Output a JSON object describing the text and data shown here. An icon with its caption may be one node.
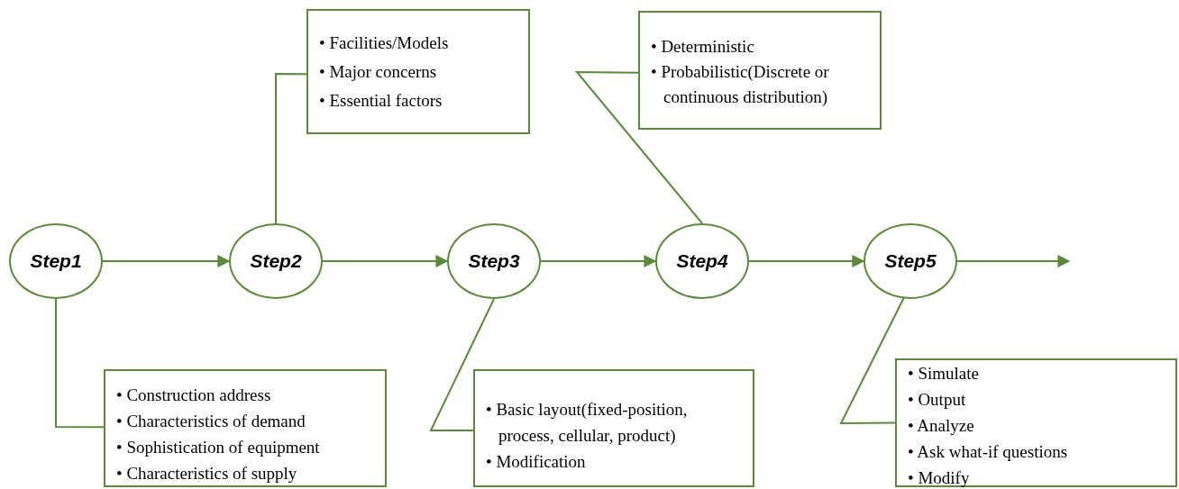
{
  "diagram": {
    "nodes": [
      {
        "text": [
          "Step1"
        ]
      },
      {
        "text": [
          "Step2"
        ]
      },
      {
        "text": [
          "Step3"
        ]
      },
      {
        "text": [
          "Step4"
        ]
      },
      {
        "text": [
          "Step5"
        ]
      },
      {
        "text": [
          "• Facilities/Models",
          "• Major concerns",
          "• Essential factors"
        ]
      },
      {
        "text": [
          "• Deterministic",
          "• Probabilistic(Discrete or continuous distribution)"
        ]
      },
      {
        "text": [
          "• Construction address",
          "• Characteristics of demand",
          "• Sophistication of equipment",
          "• Characteristics of supply"
        ]
      },
      {
        "text": [
          "• Basic layout(fixed-position, process, cellular, product)",
          "• Modification"
        ]
      },
      {
        "text": [
          "• Simulate",
          "• Output",
          "• Analyze",
          "• Ask what-if questions",
          "• Modify"
        ]
      }
    ],
    "edges": [
      {
        "from": 0,
        "to": 1,
        "arrow": "to"
      },
      {
        "from": 1,
        "to": 2,
        "arrow": "to"
      },
      {
        "from": 2,
        "to": 3,
        "arrow": "to"
      },
      {
        "from": 3,
        "to": 4,
        "arrow": "to"
      },
      {
        "from": 4,
        "to": null,
        "arrow": "to"
      },
      {
        "from": 0,
        "to": 7,
        "arrow": "none"
      },
      {
        "from": 1,
        "to": 5,
        "arrow": "none"
      },
      {
        "from": 2,
        "to": 8,
        "arrow": "none"
      },
      {
        "from": 3,
        "to": 6,
        "arrow": "none"
      },
      {
        "from": 4,
        "to": 9,
        "arrow": "none"
      }
    ]
  }
}
